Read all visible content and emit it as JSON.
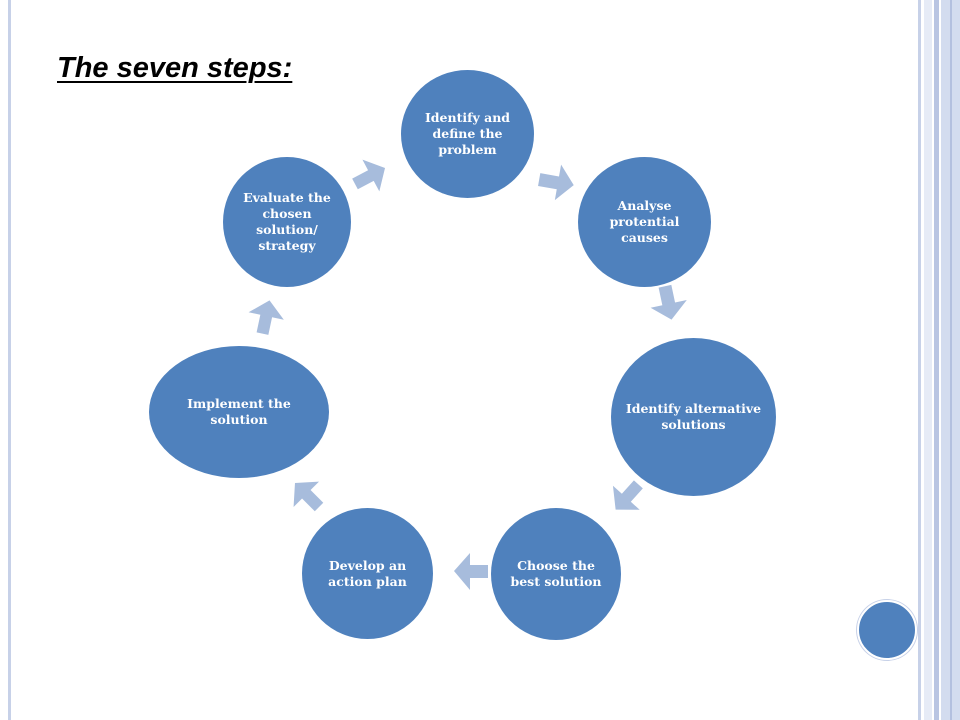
{
  "title": "The seven steps:",
  "steps": [
    {
      "label": "Identify and define the problem"
    },
    {
      "label": "Analyse protential causes"
    },
    {
      "label": "Identify alternative solutions"
    },
    {
      "label": "Choose the best solution"
    },
    {
      "label": "Develop an action plan"
    },
    {
      "label": "Implement the solution"
    },
    {
      "label": "Evaluate the chosen solution/ strategy"
    }
  ],
  "colors": {
    "node_fill": "#4f81bd",
    "arrow_fill": "#a7bcdc",
    "node_text": "#ffffff",
    "slide_border": "#c7d1e8"
  }
}
